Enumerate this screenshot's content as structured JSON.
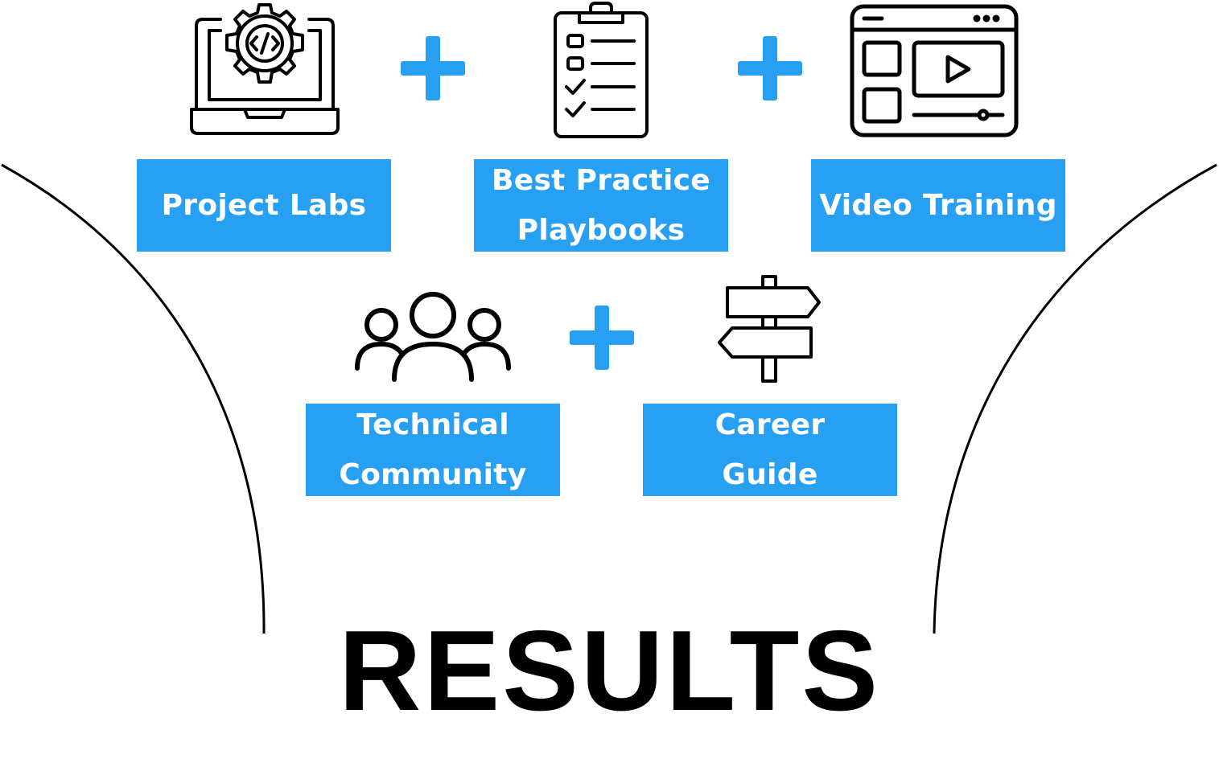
{
  "colors": {
    "accent": "#27a0f4",
    "stroke": "#000000",
    "background": "#ffffff",
    "label_text": "#ffffff"
  },
  "row1": {
    "items": [
      {
        "icon": "laptop-code-gear-icon",
        "label_lines": [
          "Project Labs"
        ]
      },
      {
        "icon": "clipboard-checklist-icon",
        "label_lines": [
          "Best Practice",
          "Playbooks"
        ]
      },
      {
        "icon": "video-player-window-icon",
        "label_lines": [
          "Video Training"
        ]
      }
    ]
  },
  "row2": {
    "items": [
      {
        "icon": "people-group-icon",
        "label_lines": [
          "Technical",
          "Community"
        ]
      },
      {
        "icon": "signpost-icon",
        "label_lines": [
          "Career",
          "Guide"
        ]
      }
    ]
  },
  "plus_icon": "plus-icon",
  "results": {
    "title": "RESULTS"
  }
}
